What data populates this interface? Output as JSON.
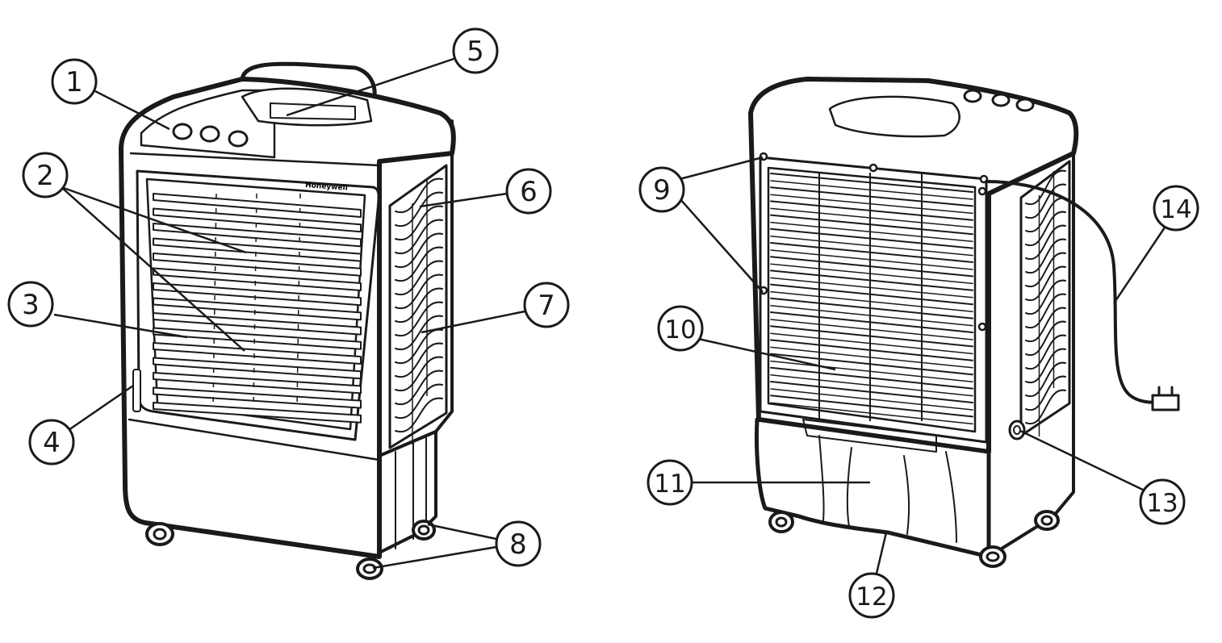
{
  "brand_label": "Honeywell",
  "callouts": [
    {
      "id": "c1",
      "number": "1"
    },
    {
      "id": "c2",
      "number": "2"
    },
    {
      "id": "c3",
      "number": "3"
    },
    {
      "id": "c4",
      "number": "4"
    },
    {
      "id": "c5",
      "number": "5"
    },
    {
      "id": "c6",
      "number": "6"
    },
    {
      "id": "c7",
      "number": "7"
    },
    {
      "id": "c8",
      "number": "8"
    },
    {
      "id": "c9",
      "number": "9"
    },
    {
      "id": "c10",
      "number": "10"
    },
    {
      "id": "c11",
      "number": "11"
    },
    {
      "id": "c12",
      "number": "12"
    },
    {
      "id": "c13",
      "number": "13"
    },
    {
      "id": "c14",
      "number": "14"
    }
  ],
  "colors": {
    "line": "#1a1a1a",
    "background": "#ffffff"
  }
}
